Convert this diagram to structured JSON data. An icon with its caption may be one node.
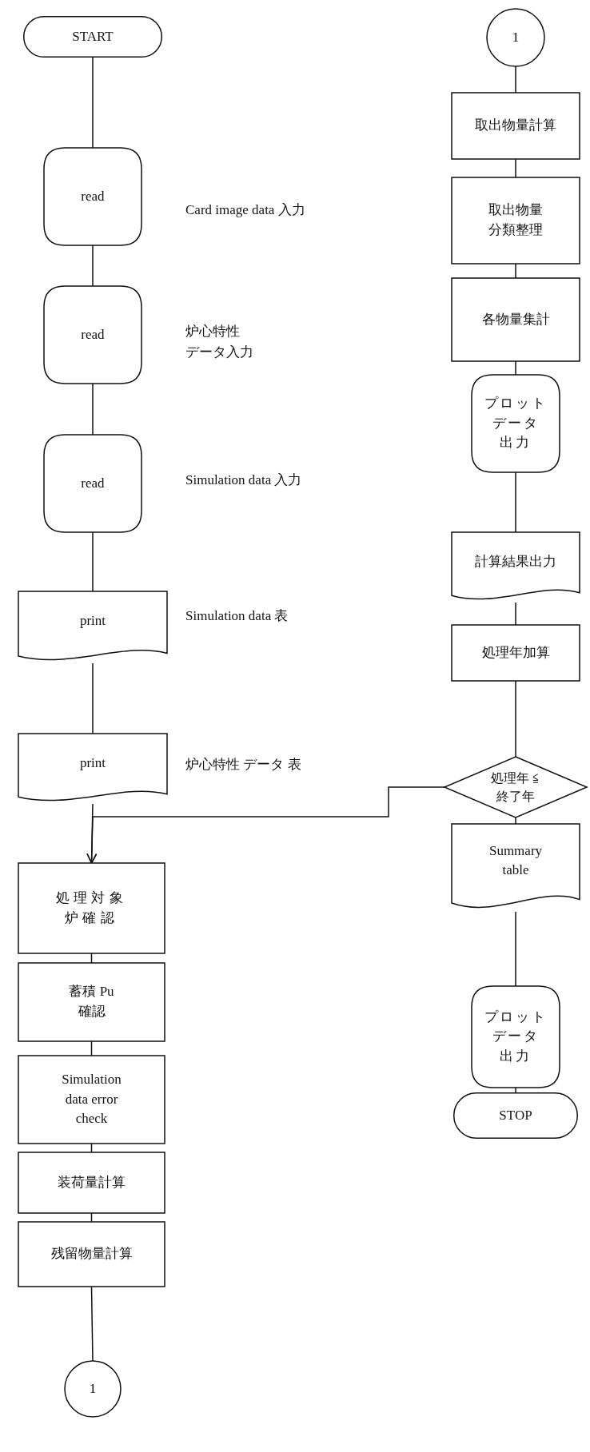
{
  "diagram": {
    "nodes": [
      {
        "text": [
          "START"
        ]
      },
      {
        "text": [
          "read"
        ],
        "beside": [
          "Card image data 入力"
        ]
      },
      {
        "text": [
          "read"
        ],
        "beside": [
          "炉心特性データ入力"
        ]
      },
      {
        "text": [
          "read"
        ],
        "beside": [
          "Simulation data 入力"
        ]
      },
      {
        "text": [
          "print"
        ],
        "beside": [
          "Simulation data 表"
        ]
      },
      {
        "text": [
          "print"
        ],
        "beside": [
          "炉心特性 データ 表"
        ]
      },
      {
        "text": [
          "処理対象炉確認"
        ]
      },
      {
        "text": [
          "蓄積 Pu 確認"
        ]
      },
      {
        "text": [
          "Simulation data error check"
        ]
      },
      {
        "text": [
          "装荷量計算"
        ]
      },
      {
        "text": [
          "残留物量計算"
        ]
      },
      {
        "text": [
          "1"
        ]
      },
      {
        "text": [
          "1"
        ]
      },
      {
        "text": [
          "取出物量計算"
        ]
      },
      {
        "text": [
          "取出物量分類整理"
        ]
      },
      {
        "text": [
          "各物量集計"
        ]
      },
      {
        "text": [
          "プロットデータ出力"
        ]
      },
      {
        "text": [
          "計算結果出力"
        ]
      },
      {
        "text": [
          "処理年加算"
        ]
      },
      {
        "text": [
          "処理年 ≦終了年"
        ]
      },
      {
        "text": [
          "Summary table"
        ]
      },
      {
        "text": [
          "プロットデータ出力"
        ]
      },
      {
        "text": [
          "STOP"
        ]
      }
    ],
    "edges": [
      {
        "from": 0,
        "to": 1,
        "arrow": "none"
      },
      {
        "from": 1,
        "to": 2,
        "arrow": "none"
      },
      {
        "from": 2,
        "to": 3,
        "arrow": "none"
      },
      {
        "from": 3,
        "to": 4,
        "arrow": "none"
      },
      {
        "from": 4,
        "to": 5,
        "arrow": "none"
      },
      {
        "from": 5,
        "to": 6,
        "arrow": "none"
      },
      {
        "from": 6,
        "to": 7,
        "arrow": "none"
      },
      {
        "from": 7,
        "to": 8,
        "arrow": "none"
      },
      {
        "from": 8,
        "to": 9,
        "arrow": "none"
      },
      {
        "from": 9,
        "to": 10,
        "arrow": "none"
      },
      {
        "from": 10,
        "to": 11,
        "arrow": "none"
      },
      {
        "from": 12,
        "to": 13,
        "arrow": "none"
      },
      {
        "from": 13,
        "to": 14,
        "arrow": "none"
      },
      {
        "from": 14,
        "to": 15,
        "arrow": "none"
      },
      {
        "from": 15,
        "to": 16,
        "arrow": "none"
      },
      {
        "from": 16,
        "to": 17,
        "arrow": "none"
      },
      {
        "from": 17,
        "to": 18,
        "arrow": "none"
      },
      {
        "from": 18,
        "to": 19,
        "arrow": "none"
      },
      {
        "from": 19,
        "to": 20,
        "arrow": "none"
      },
      {
        "from": 20,
        "to": 21,
        "arrow": "none"
      },
      {
        "from": 21,
        "to": 22,
        "arrow": "none"
      },
      {
        "from": 19,
        "to": 6,
        "arrow": "to"
      }
    ]
  }
}
